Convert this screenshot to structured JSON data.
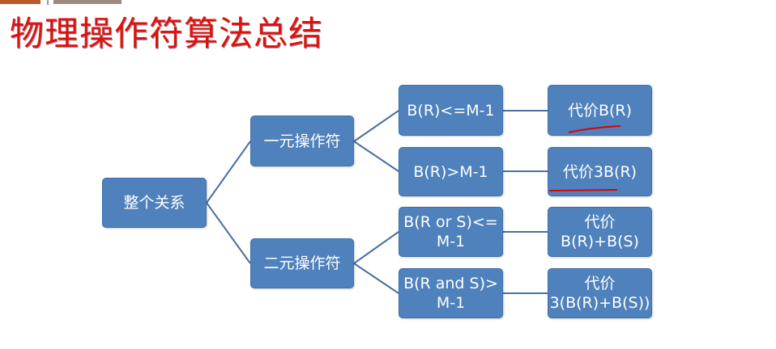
{
  "title": "物理操作符算法总结",
  "diagram": {
    "root": "整个关系",
    "unary": "一元操作符",
    "binary": "二元操作符",
    "conditions": [
      "B(R)<=M-1",
      "B(R)>M-1",
      "B(R or S)<=\nM-1",
      "B(R and S)>\nM-1"
    ],
    "costs": [
      "代价B(R)",
      "代价3B(R)",
      "代价\nB(R)+B(S)",
      "代价\n3(B(R)+B(S))"
    ],
    "box_color": "#4f81bd",
    "line_color": "#4a6fa0",
    "annotation_color": "#e00000"
  }
}
